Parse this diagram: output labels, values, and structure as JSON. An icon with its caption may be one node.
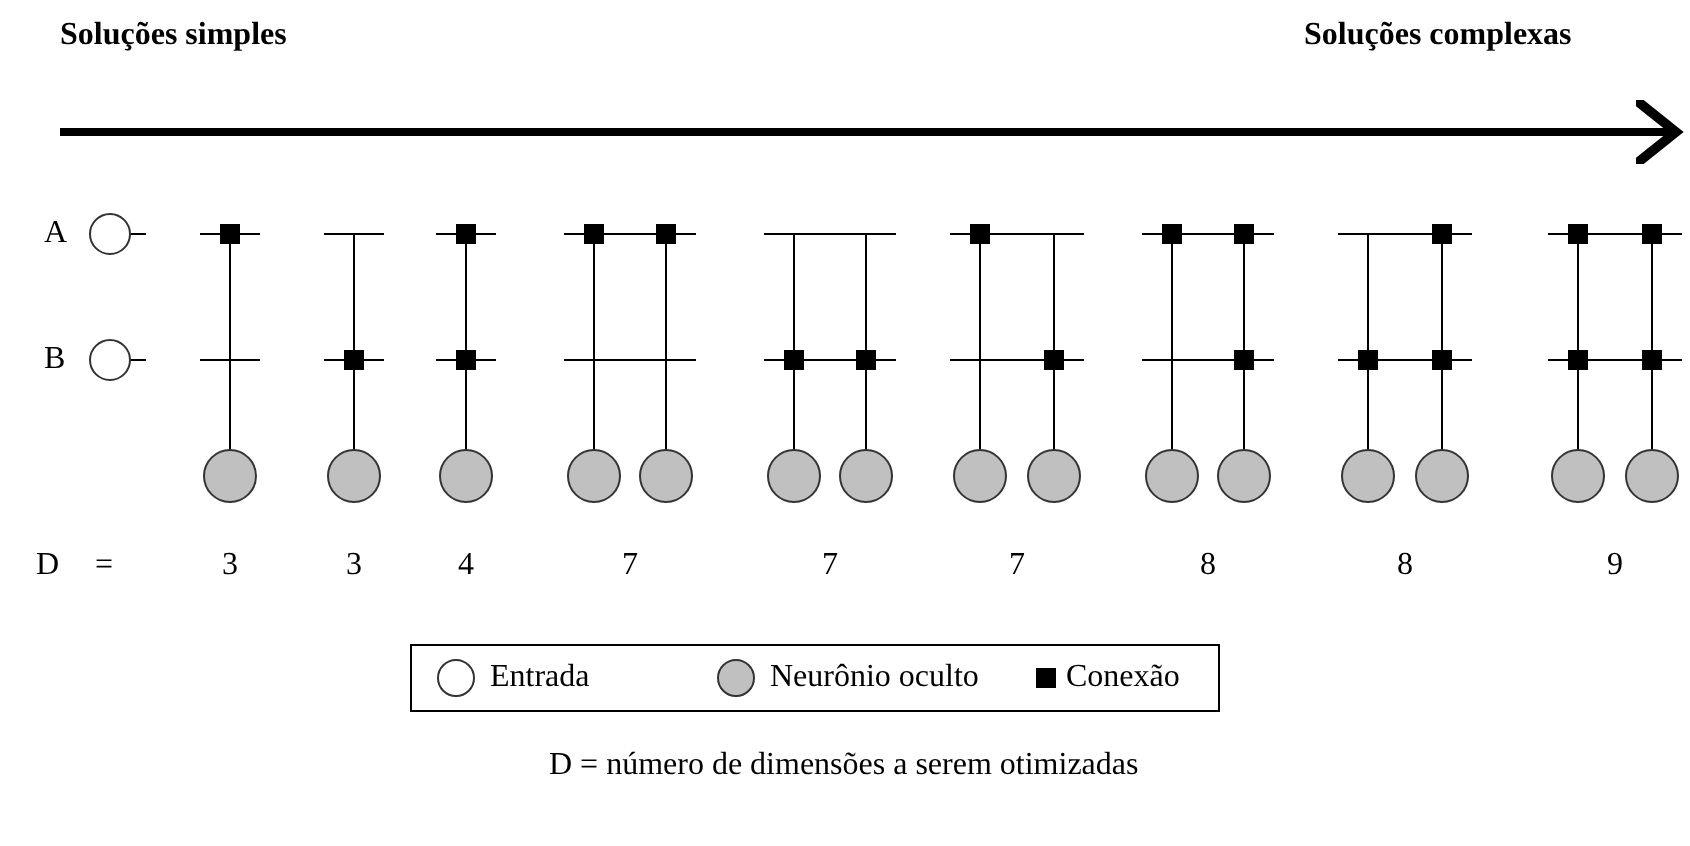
{
  "diagram": {
    "caption": "D = número de dimensões a serem otimizadas",
    "nodes": [
      {
        "text": [],
        "shape": "circle",
        "beside": [
          "A"
        ]
      },
      {
        "text": [],
        "shape": "circle",
        "beside": [
          "B"
        ]
      },
      {
        "text": [],
        "shape": "circle"
      },
      {
        "text": [],
        "shape": "circle"
      },
      {
        "text": [],
        "shape": "circle"
      },
      {
        "text": [],
        "shape": "circle"
      },
      {
        "text": [],
        "shape": "circle"
      },
      {
        "text": [],
        "shape": "circle"
      },
      {
        "text": [],
        "shape": "circle"
      },
      {
        "text": [],
        "shape": "circle"
      },
      {
        "text": [],
        "shape": "circle"
      },
      {
        "text": [],
        "shape": "circle"
      },
      {
        "text": [],
        "shape": "circle"
      },
      {
        "text": [],
        "shape": "circle"
      },
      {
        "text": [],
        "shape": "circle"
      },
      {
        "text": [],
        "shape": "circle"
      },
      {
        "text": [],
        "shape": "circle"
      }
    ],
    "labels": [
      "Soluções simples",
      "Soluções complexas",
      "D =",
      "3",
      "3",
      "4",
      "7",
      "7",
      "7",
      "8",
      "8",
      "9"
    ],
    "legend": [
      {
        "text": "Entrada"
      },
      {
        "text": "Neurônio oculto"
      },
      {
        "text": "Conexão"
      }
    ]
  }
}
